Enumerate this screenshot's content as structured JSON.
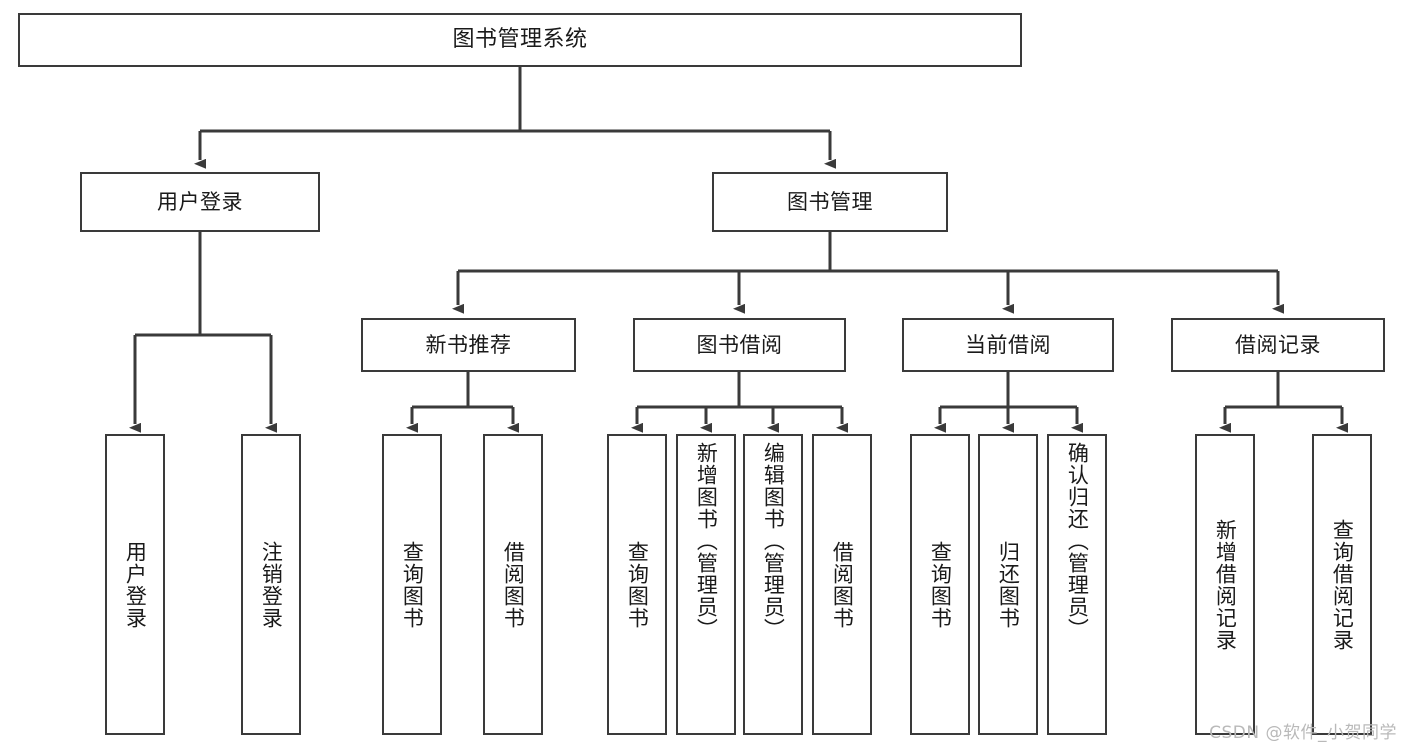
{
  "diagram": {
    "title": "图书管理系统",
    "type": "hierarchy-tree",
    "background_color": "#ffffff",
    "line_color": "#3a3a3a",
    "box_border_color": "#3a3a3a",
    "box_fill_color": "#ffffff",
    "text_color": "#1a1a1a"
  },
  "root": {
    "label": "图书管理系统"
  },
  "level2": [
    {
      "label": "用户登录"
    },
    {
      "label": "图书管理"
    }
  ],
  "level3": [
    {
      "label": "新书推荐"
    },
    {
      "label": "图书借阅"
    },
    {
      "label": "当前借阅"
    },
    {
      "label": "借阅记录"
    }
  ],
  "leaves": {
    "user_login": [
      {
        "label": "用户登录"
      },
      {
        "label": "注销登录"
      }
    ],
    "new_book_recommend": [
      {
        "label": "查询图书"
      },
      {
        "label": "借阅图书"
      }
    ],
    "book_borrow": [
      {
        "label": "查询图书"
      },
      {
        "label": "新增图书（管理员）"
      },
      {
        "label": "编辑图书（管理员）"
      },
      {
        "label": "借阅图书"
      }
    ],
    "current_borrow": [
      {
        "label": "查询图书"
      },
      {
        "label": "归还图书"
      },
      {
        "label": "确认归还（管理员）"
      }
    ],
    "borrow_record": [
      {
        "label": "新增借阅记录"
      },
      {
        "label": "查询借阅记录"
      }
    ]
  },
  "watermark": {
    "text": "CSDN @软件_小贺同学"
  }
}
